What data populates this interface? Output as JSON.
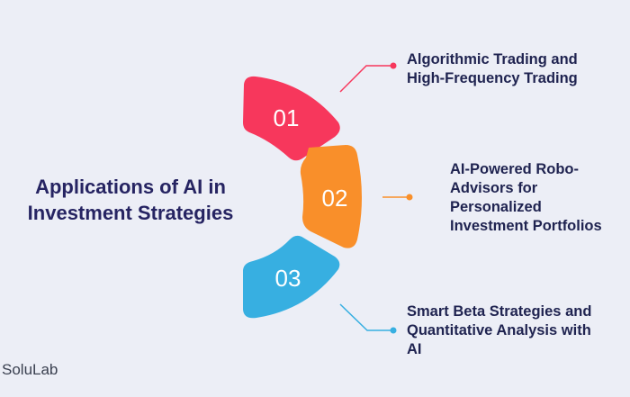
{
  "title": {
    "line1": "Applications of AI in",
    "line2": "Investment Strategies"
  },
  "steps": [
    {
      "number": "01",
      "color": "#f7375c",
      "lines": [
        "Algorithmic Trading and",
        "High-Frequency Trading"
      ]
    },
    {
      "number": "02",
      "color": "#f98f2a",
      "lines": [
        "AI-Powered Robo-",
        "Advisors for",
        "Personalized",
        "Investment Portfolios"
      ]
    },
    {
      "number": "03",
      "color": "#37afe1",
      "lines": [
        "Smart Beta Strategies and",
        "Quantitative Analysis with",
        "AI"
      ]
    }
  ],
  "brand": "SoluLab"
}
